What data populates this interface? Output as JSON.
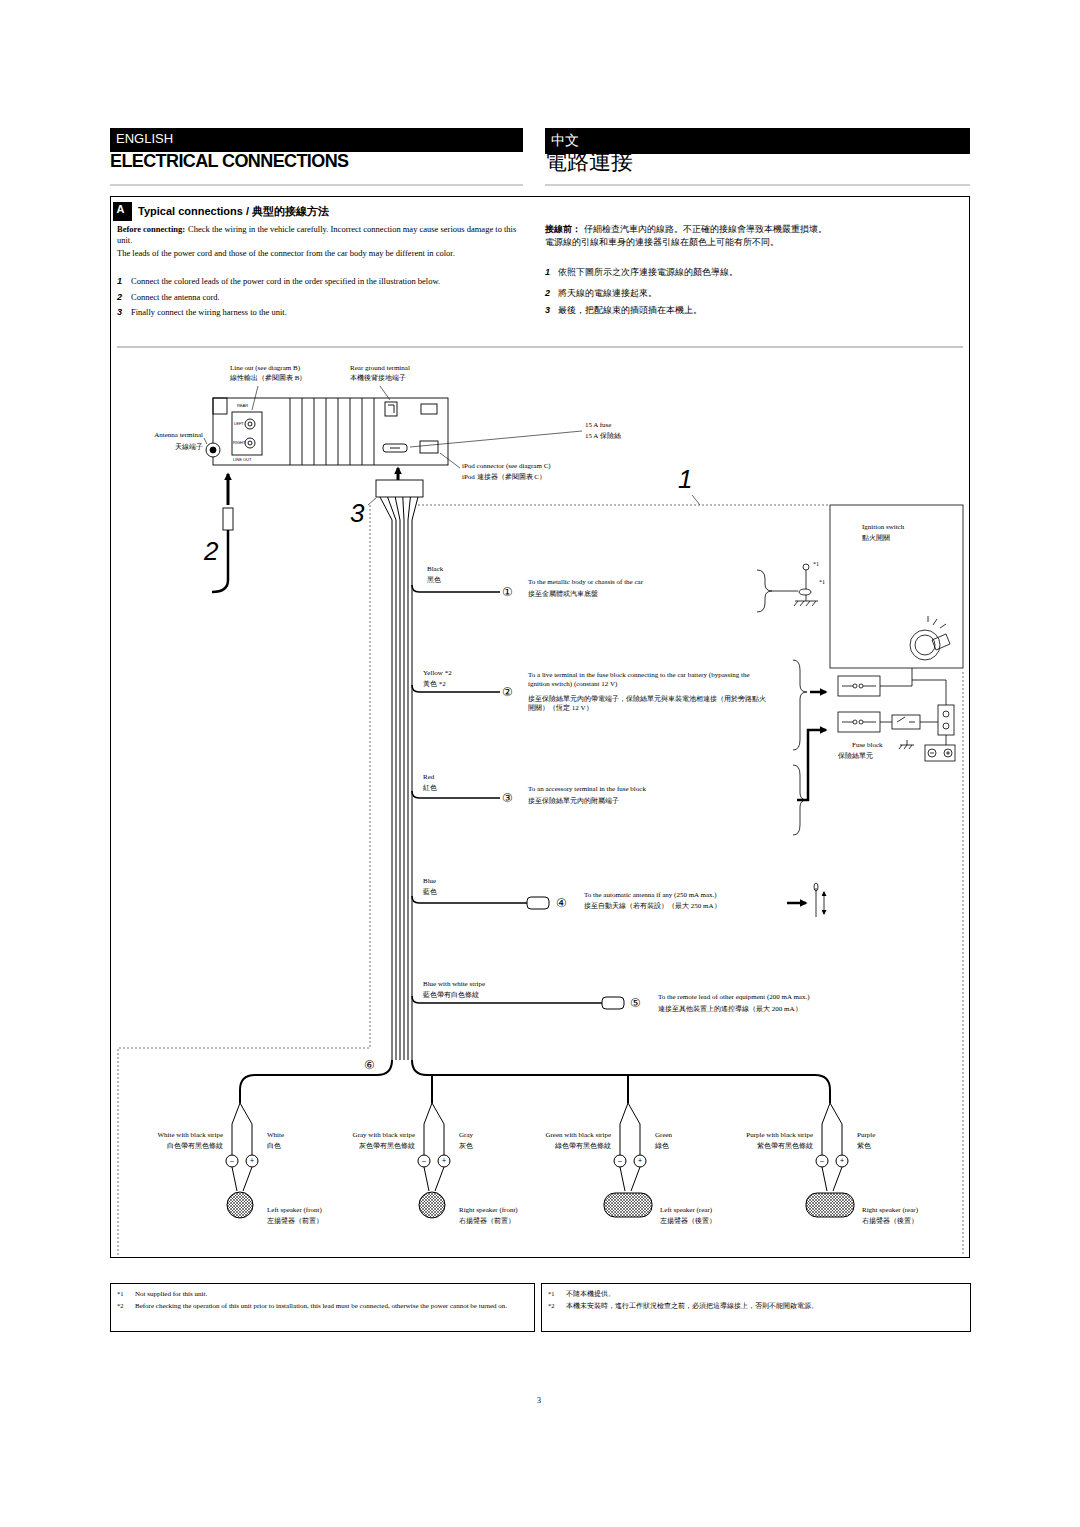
{
  "diagram": {
    "title": "ELECTRICAL CONNECTIONS",
    "nodes": [
      {
        "text": [
          "ENGLISH"
        ]
      },
      {
        "text": [
          "中文"
        ]
      },
      {
        "text": [
          "Typical connections / 典型的接線方法"
        ]
      },
      {
        "text": [
          "A"
        ],
        "in": 2
      },
      {
        "text": [
          "*1",
          "Not supplied for this unit.",
          "*2",
          "Before checking the operation of this unit prior to installation, this lead must be connected, otherwise the power cannot be turned on."
        ]
      },
      {
        "text": [
          "*1",
          "不隨本機提供。",
          "*2",
          "本機未安裝時，進行工作狀況檢查之前，必須把這導線接上，否則不能開啟電源。"
        ]
      }
    ],
    "labels": [
      "電路連接",
      "Before connecting:",
      "Check the wiring in the vehicle carefully. Incorrect connection may cause serious damage to this unit.",
      "The leads of the power cord and those of the connector from the car body may be different in color.",
      "1",
      "Connect the colored leads of the power cord in the order specified in the illustration below.",
      "2",
      "Connect the antenna cord.",
      "3",
      "Finally connect the wiring harness to the unit.",
      "接線前：",
      "仔細檢查汽車內的線路。不正確的接線會導致本機嚴重損壞。",
      "電源線的引線和車身的連接器引線在顏色上可能有所不同。",
      "1",
      "依照下圖所示之次序連接電源線的顏色導線。",
      "2",
      "將天線的電線連接起來。",
      "3",
      "最後，把配線束的插頭插在本機上。",
      "Line out (see diagram B)",
      "線性輸出（參閱圖表 B）",
      "Rear ground terminal",
      "本機後背接地端子",
      "REAR",
      "LEFT",
      "RIGHT",
      "LINE OUT",
      "Antenna terminal",
      "天線端子",
      "15 A fuse",
      "15 A 保險絲",
      "iPod connector (see diagram C)",
      "iPod 連接器（參閱圖表 C）",
      "1",
      "2",
      "3",
      "Ignition switch",
      "點火開關",
      "Black",
      "黑色",
      "①",
      "To the metallic body or chassis of the car",
      "接至金屬體或汽車底盤",
      "*1",
      "*1",
      "Yellow *2",
      "黃色 *2",
      "②",
      "To a live terminal in the fuse block connecting to the car battery (bypassing the ignition switch) (constant 12 V)",
      "接至保險絲單元內的帶電端子，保險絲單元與車裝電池相連接（用於旁路點火開關）（恆定 12 V）",
      "Fuse block",
      "保險絲單元",
      "Red",
      "紅色",
      "③",
      "To an accessory terminal in the fuse block",
      "接至保險絲單元內的附屬端子",
      "Blue",
      "藍色",
      "④",
      "To the automatic antenna if any (250 mA max.)",
      "接至自動天線（若有裝設）（最大 250 mA）",
      "Blue with white stripe",
      "藍色帶有白色條紋",
      "⑤",
      "To the remote lead of other equipment (200 mA max.)",
      "連接至其他裝置上的遙控導線（最大 200 mA）",
      "⑥",
      "White with black stripe",
      "白色帶有黑色條紋",
      "White",
      "白色",
      "–",
      "+",
      "Left speaker (front)",
      "左揚聲器（前置）",
      "Gray with black stripe",
      "灰色帶有黑色條紋",
      "Gray",
      "灰色",
      "–",
      "+",
      "Right speaker (front)",
      "右揚聲器（前置）",
      "Green with black stripe",
      "綠色帶有黑色條紋",
      "Green",
      "綠色",
      "–",
      "+",
      "Left speaker (rear)",
      "左揚聲器（後置）",
      "Purple with black stripe",
      "紫色帶有黑色條紋",
      "Purple",
      "紫色",
      "–",
      "+",
      "Right speaker (rear)",
      "右揚聲器（後置）",
      "3"
    ]
  }
}
